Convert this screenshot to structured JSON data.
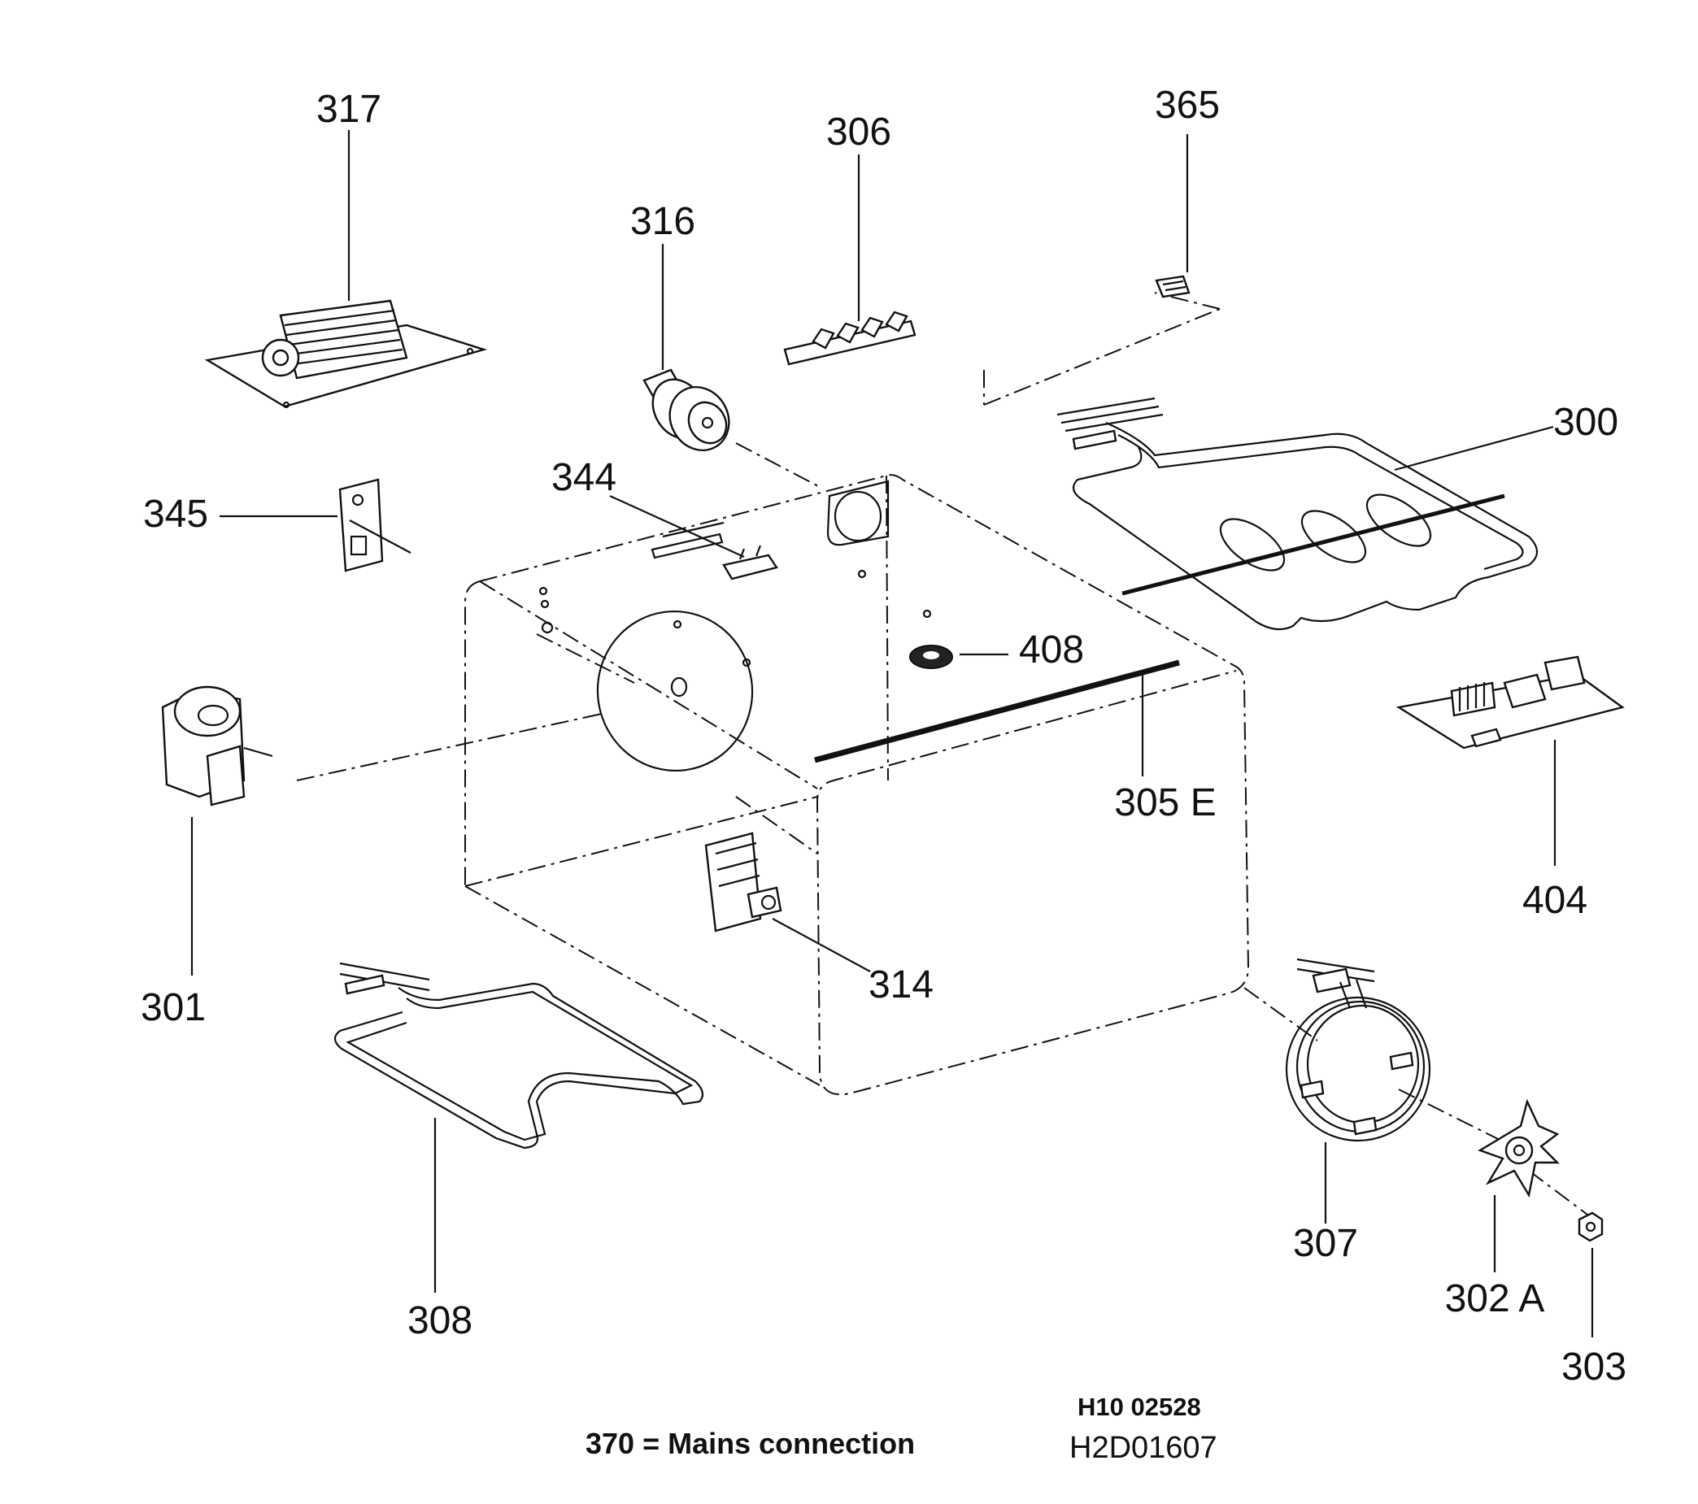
{
  "labels": {
    "p317": "317",
    "p306": "306",
    "p316": "316",
    "p365": "365",
    "p300": "300",
    "p344": "344",
    "p345": "345",
    "p408": "408",
    "p301": "301",
    "p305e": "305 E",
    "p404": "404",
    "p314": "314",
    "p308": "308",
    "p307": "307",
    "p302a": "302 A",
    "p303": "303"
  },
  "footer": {
    "mains_note": "370 = Mains connection",
    "code_1": "H10 02528",
    "code_2": "H2D01607"
  },
  "colors": {
    "ink": "#111111",
    "paper": "#ffffff"
  }
}
